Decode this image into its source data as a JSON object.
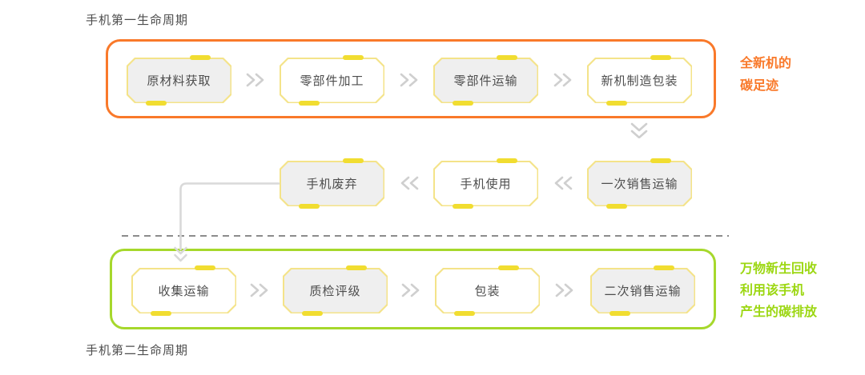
{
  "titles": {
    "first": "手机第一生命周期",
    "second": "手机第二生命周期"
  },
  "stages": {
    "first": [
      {
        "label": "原材料获取",
        "fill": "gray"
      },
      {
        "label": "零部件加工",
        "fill": "white"
      },
      {
        "label": "零部件运输",
        "fill": "gray"
      },
      {
        "label": "新机制造包装",
        "fill": "white"
      }
    ],
    "middle": [
      {
        "label": "手机废弃",
        "fill": "gray"
      },
      {
        "label": "手机使用",
        "fill": "white"
      },
      {
        "label": "一次销售运输",
        "fill": "gray"
      }
    ],
    "second": [
      {
        "label": "收集运输",
        "fill": "white"
      },
      {
        "label": "质检评级",
        "fill": "gray"
      },
      {
        "label": "包装",
        "fill": "white"
      },
      {
        "label": "二次销售运输",
        "fill": "gray"
      }
    ]
  },
  "annotations": {
    "first": {
      "lines": [
        "全新机的",
        "碳足迹"
      ],
      "color": "#f9792a"
    },
    "second": {
      "lines": [
        "万物新生回收",
        "利用该手机",
        "产生的碳排放"
      ],
      "color": "#9cd712"
    }
  },
  "icons": {
    "forward": "chevron-right-double",
    "backward": "chevron-left-double",
    "down": "chevron-down-double",
    "connector": "elbow-arrow-down"
  },
  "colors": {
    "frame_orange": "#f9792a",
    "frame_green": "#a6d82c",
    "note_orange": "#f9792a",
    "note_green": "#9cd712",
    "tab_yellow": "#f1dd30",
    "box_border_yellow": "#f4e389",
    "box_fill_gray": "#efefef",
    "box_fill_white": "#ffffff",
    "arrow_gray": "#cfcfcf",
    "connector_gray": "#d9d9d9",
    "divider_gray": "#8c8c8c",
    "text_dark": "#4d4d4d"
  }
}
